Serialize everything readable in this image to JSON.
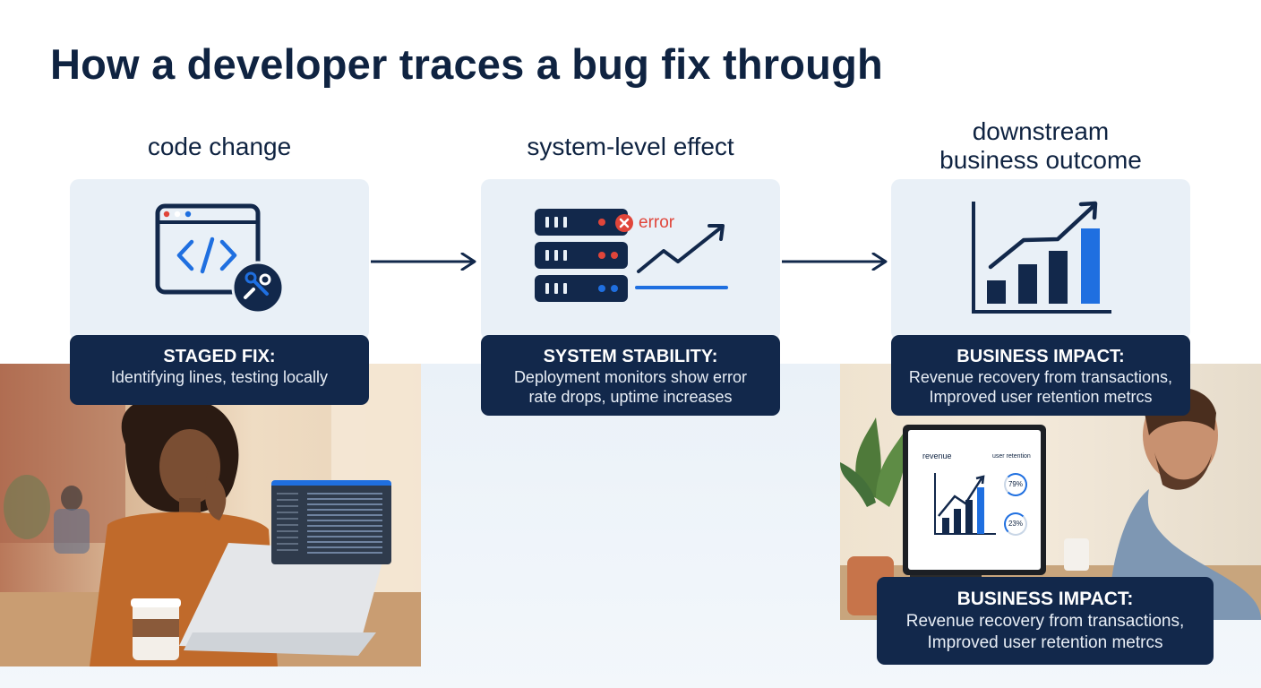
{
  "title": "How a developer traces a bug fix through",
  "columns": [
    {
      "heading": "code change",
      "icon": "code-window-icon",
      "caption": {
        "title": "STAGED FIX:",
        "lines": [
          "Identifying lines, testing locally"
        ]
      }
    },
    {
      "heading": "system-level effect",
      "icon": "server-error-icon",
      "badge": "error",
      "caption": {
        "title": "SYSTEM STABILITY:",
        "lines": [
          "Deployment monitors show error",
          "rate drops, uptime increases"
        ]
      }
    },
    {
      "heading_lines": [
        "downstream",
        "business outcome"
      ],
      "icon": "bar-chart-growth-icon",
      "caption": {
        "title": "BUSINESS IMPACT:",
        "lines": [
          "Revenue recovery from transactions,",
          "Improved user retention metrcs"
        ]
      }
    }
  ],
  "bottom_caption": {
    "title": "BUSINESS IMPACT:",
    "lines": [
      "Revenue recovery from transactions,",
      "Improved user retention metrcs"
    ]
  },
  "monitor": {
    "label_left": "revenue",
    "label_right": "user retention",
    "stat_1": "79%",
    "stat_2": "23%"
  },
  "colors": {
    "navy": "#12284b",
    "accent_blue": "#1f6fe0",
    "error_red": "#e0453a",
    "panel_bg": "#e9f0f7"
  }
}
